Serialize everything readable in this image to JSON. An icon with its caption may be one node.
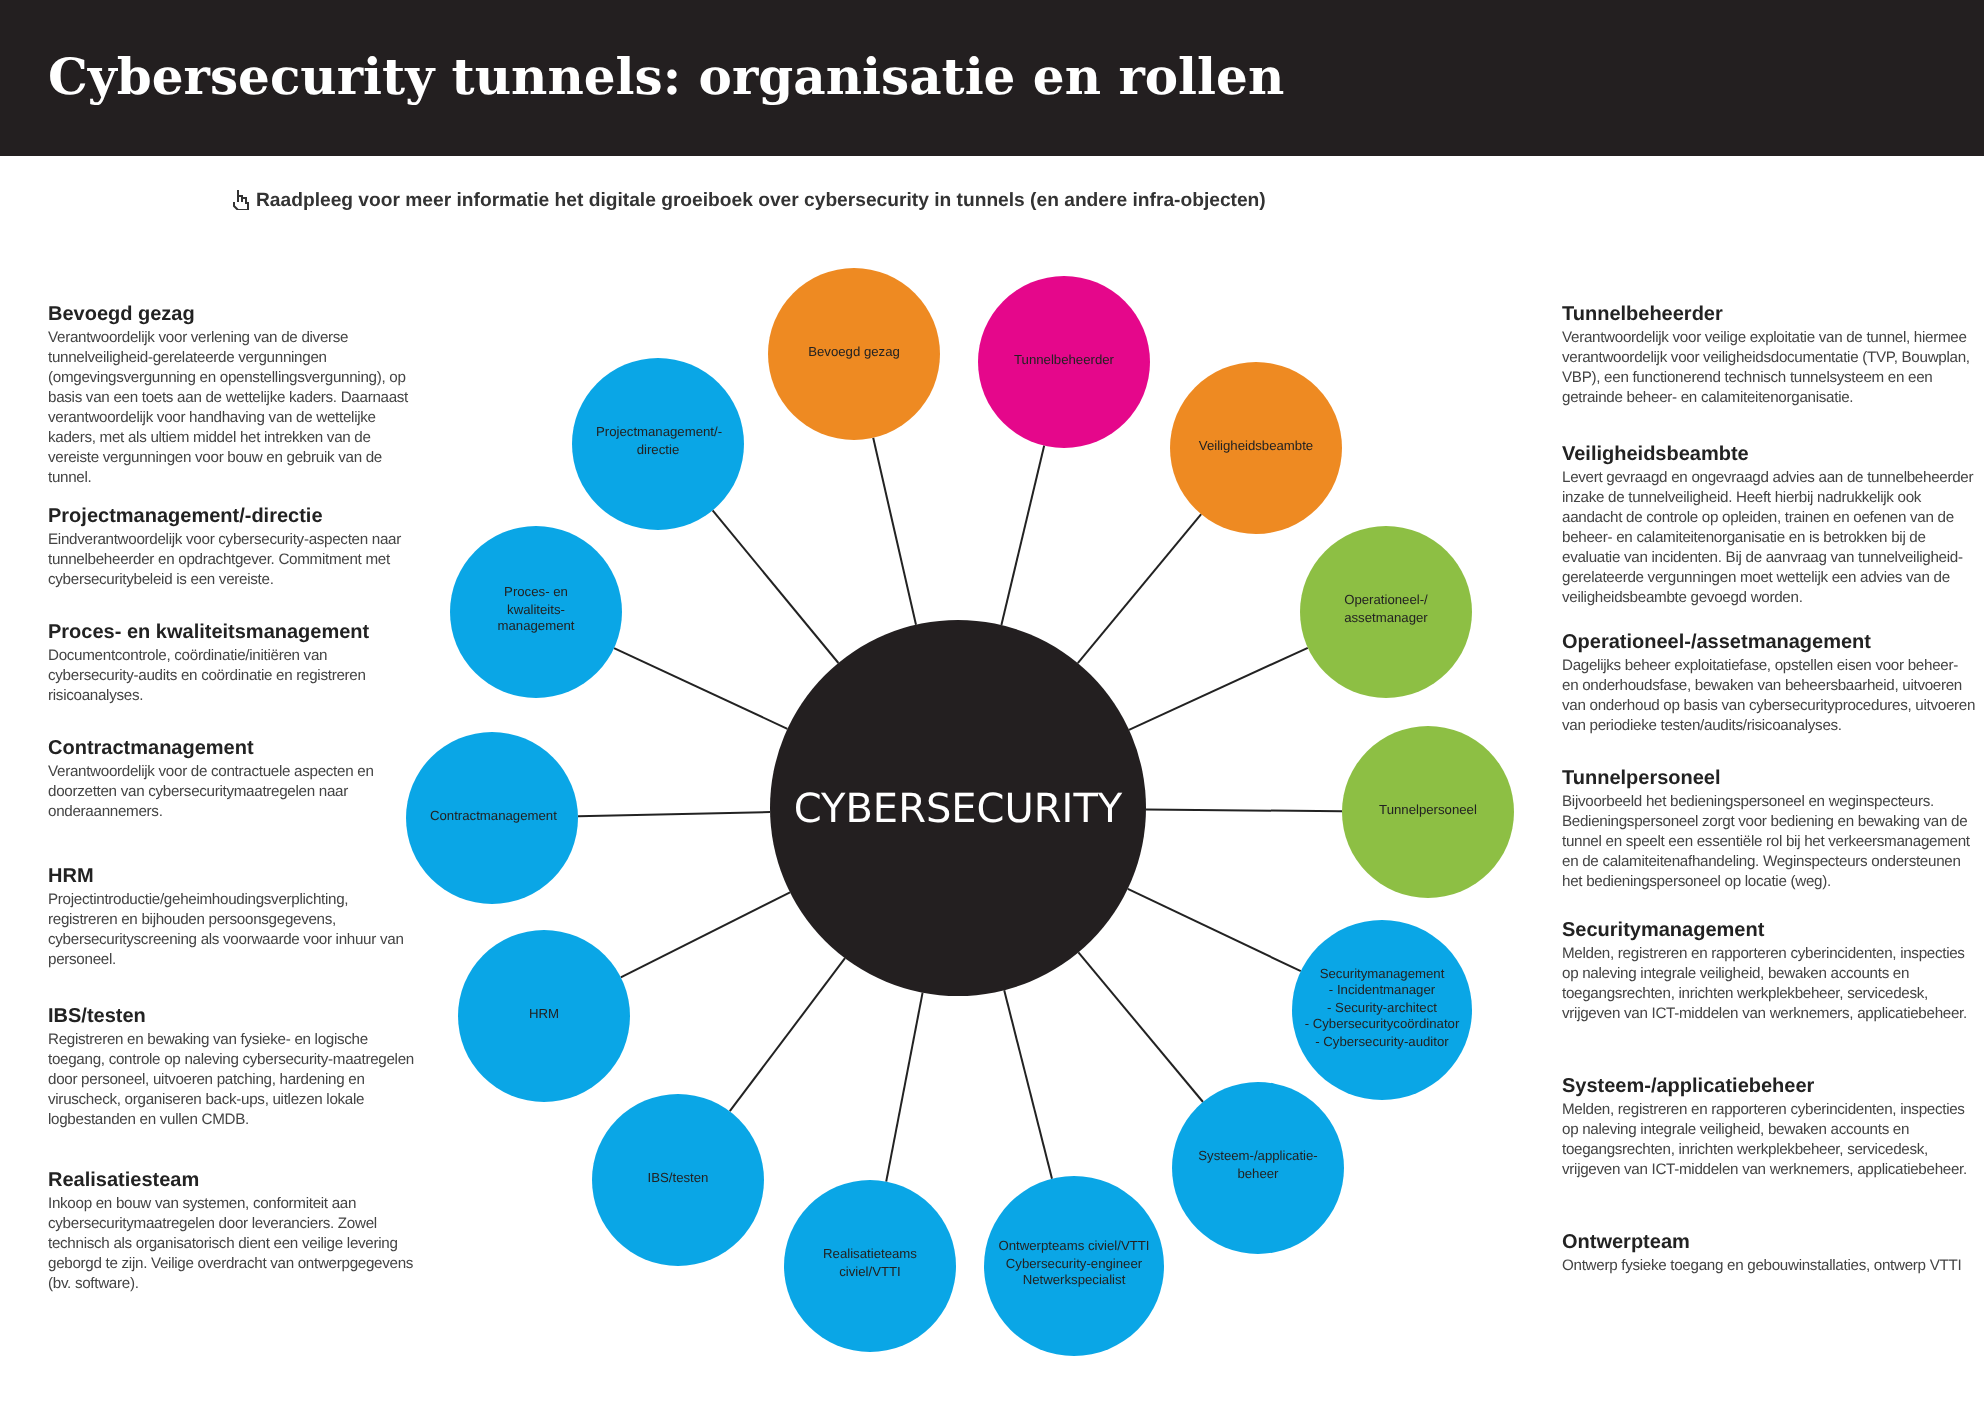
{
  "diagram": {
    "title": "Cybersecurity tunnels: organisatie en rollen",
    "nodes": [
      {
        "text": [
          "CYBERSECURITY"
        ]
      },
      {
        "text": [
          "Bevoegd gezag"
        ]
      },
      {
        "text": [
          "Tunnelbeheerder"
        ]
      },
      {
        "text": [
          "Veiligheidsbeambte"
        ]
      },
      {
        "text": [
          "Operationeel-/ assetmanager"
        ]
      },
      {
        "text": [
          "Tunnelpersoneel"
        ]
      },
      {
        "text": [
          "Securitymanagement",
          "- Incidentmanager",
          "- Security-architect",
          "- Cybersecuritycoördinator",
          "- Cybersecurity-auditor"
        ]
      },
      {
        "text": [
          "Systeem-/applicatie-beheer"
        ]
      },
      {
        "text": [
          "Ontwerpteams civiel/VTTI",
          "Cybersecurity-engineer",
          "Netwerkspecialist"
        ]
      },
      {
        "text": [
          "Realisatieteams civiel/VTTI"
        ]
      },
      {
        "text": [
          "IBS/testen"
        ]
      },
      {
        "text": [
          "HRM"
        ]
      },
      {
        "text": [
          "Contractmanagement"
        ]
      },
      {
        "text": [
          "Proces- en kwaliteits-management"
        ]
      },
      {
        "text": [
          "Projectmanagement/-directie"
        ]
      }
    ],
    "edges": [
      {
        "from": 0,
        "to": 1,
        "arrow": "none"
      },
      {
        "from": 0,
        "to": 2,
        "arrow": "none"
      },
      {
        "from": 0,
        "to": 3,
        "arrow": "none"
      },
      {
        "from": 0,
        "to": 4,
        "arrow": "none"
      },
      {
        "from": 0,
        "to": 5,
        "arrow": "none"
      },
      {
        "from": 0,
        "to": 6,
        "arrow": "none"
      },
      {
        "from": 0,
        "to": 7,
        "arrow": "none"
      },
      {
        "from": 0,
        "to": 8,
        "arrow": "none"
      },
      {
        "from": 0,
        "to": 9,
        "arrow": "none"
      },
      {
        "from": 0,
        "to": 10,
        "arrow": "none"
      },
      {
        "from": 0,
        "to": 11,
        "arrow": "none"
      },
      {
        "from": 0,
        "to": 12,
        "arrow": "none"
      },
      {
        "from": 0,
        "to": 13,
        "arrow": "none"
      },
      {
        "from": 0,
        "to": 14,
        "arrow": "none"
      }
    ],
    "labels": [
      "Raadpleeg voor meer informatie het digitale groeiboek over cybersecurity in tunnels (en andere infra-objecten)",
      "Bevoegd gezag",
      "Verantwoordelijk voor verlening van de diverse tunnelveiligheid-gerelateerde vergunningen (omgevingsvergunning en openstellingsvergunning), op basis van een toets aan de wettelijke kaders. Daarnaast verantwoordelijk voor handhaving van de wettelijke kaders, met als ultiem middel het intrekken van de vereiste vergunningen voor bouw en gebruik van de tunnel.",
      "Projectmanagement/-directie",
      "Eindverantwoordelijk voor cybersecurity-aspecten naar tunnelbeheerder en opdrachtgever. Commitment met cybersecuritybeleid is een vereiste.",
      "Proces- en kwaliteitsmanagement",
      "Documentcontrole, coördinatie/initiëren van cybersecurity-audits en coördinatie en registreren risicoanalyses.",
      "Contractmanagement",
      "Verantwoordelijk voor de contractuele aspecten en doorzetten van cybersecuritymaatregelen naar onderaannemers.",
      "HRM",
      "Projectintroductie/geheimhoudingsverplichting, registreren en bijhouden persoonsgegevens, cybersecurityscreening als voorwaarde voor inhuur van personeel.",
      "IBS/testen",
      "Registreren en bewaking van fysieke- en logische toegang, controle op naleving cybersecurity-maatregelen door personeel, uitvoeren patching, hardening en viruscheck, organiseren back-ups, uitlezen lokale logbestanden en vullen CMDB.",
      "Realisatiesteam",
      "Inkoop en bouw van systemen, conformiteit aan cybersecuritymaatregelen door leveranciers. Zowel technisch als organisatorisch dient een veilige levering geborgd te zijn. Veilige overdracht van ontwerpgegevens (bv. software).",
      "Tunnelbeheerder",
      "Verantwoordelijk voor veilige exploitatie van de tunnel, hiermee verantwoordelijk voor veiligheidsdocumentatie (TVP, Bouwplan, VBP), een functionerend technisch tunnelsysteem en een getrainde beheer- en calamiteitenorganisatie.",
      "Veiligheidsbeambte",
      "Levert gevraagd en ongevraagd advies aan de tunnelbeheerder inzake de tunnelveiligheid. Heeft hierbij nadrukkelijk ook aandacht de controle op opleiden, trainen en oefenen van de beheer- en calamiteitenorganisatie en is betrokken bij de evaluatie van incidenten. Bij de aanvraag van tunnelveiligheid-gerelateerde vergunningen moet wettelijk een advies van de veiligheidsbeambte gevoegd worden.",
      "Operationeel-/assetmanagement",
      "Dagelijks beheer exploitatiefase, opstellen eisen voor beheer- en onderhoudsfase, bewaken van beheersbaarheid, uitvoeren van onderhoud op basis van cybersecurityprocedures, uitvoeren van periodieke testen/audits/risicoanalyses.",
      "Tunnelpersoneel",
      "Bijvoorbeeld het bedieningspersoneel en weginspecteurs. Bedieningspersoneel zorgt voor bediening en bewaking van de tunnel en speelt een essentiële rol bij het verkeersmanagement en de calamiteitenafhandeling. Weginspecteurs ondersteunen het bedieningspersoneel op locatie (weg).",
      "Securitymanagement",
      "Melden, registreren en rapporteren cyberincidenten, inspecties op naleving integrale veiligheid, bewaken accounts en toegangsrechten, inrichten werkplekbeheer, servicedesk, vrijgeven van ICT-middelen van werknemers, applicatiebeheer.",
      "Systeem-/applicatiebeheer",
      "Melden, registreren en rapporteren cyberincidenten, inspecties op naleving integrale veiligheid, bewaken accounts en toegangsrechten, inrichten werkplekbeheer, servicedesk, vrijgeven van ICT-middelen van werknemers, applicatiebeheer.",
      "Ontwerpteam",
      "Ontwerp fysieke toegang en gebouwinstallaties, ontwerp VTTI"
    ]
  }
}
